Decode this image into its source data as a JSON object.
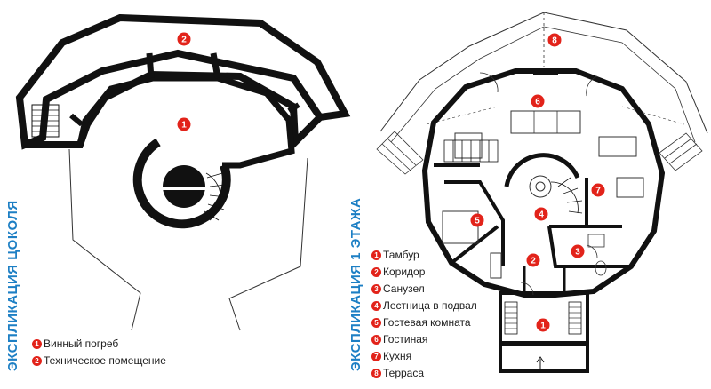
{
  "basement": {
    "title": "ЭКСПЛИКАЦИЯ ЦОКОЛЯ",
    "markers": [
      "2",
      "1"
    ],
    "legend": [
      {
        "num": "1",
        "label": "Винный погреб"
      },
      {
        "num": "2",
        "label": "Техническое помещение"
      }
    ]
  },
  "first_floor": {
    "title": "ЭКСПЛИКАЦИЯ 1 ЭТАЖА",
    "markers": [
      "8",
      "6",
      "7",
      "5",
      "4",
      "3",
      "2",
      "1"
    ],
    "legend": [
      {
        "num": "1",
        "label": "Тамбур"
      },
      {
        "num": "2",
        "label": "Коридор"
      },
      {
        "num": "3",
        "label": "Санузел"
      },
      {
        "num": "4",
        "label": "Лестница в подвал"
      },
      {
        "num": "5",
        "label": "Гостевая комната"
      },
      {
        "num": "6",
        "label": "Гостиная"
      },
      {
        "num": "7",
        "label": "Кухня"
      },
      {
        "num": "8",
        "label": "Терраса"
      }
    ]
  },
  "colors": {
    "accent": "#1d7fc4",
    "marker": "#e2231a",
    "wall": "#111111"
  }
}
